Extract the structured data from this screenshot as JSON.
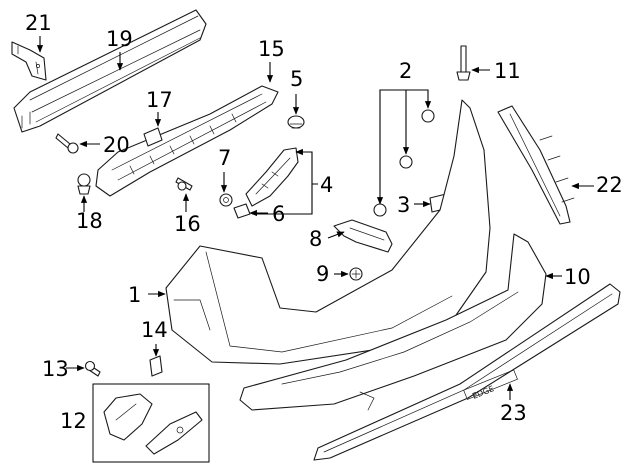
{
  "callouts": [
    {
      "id": "c1",
      "text": "1"
    },
    {
      "id": "c2",
      "text": "2"
    },
    {
      "id": "c3",
      "text": "3"
    },
    {
      "id": "c4",
      "text": "4"
    },
    {
      "id": "c5",
      "text": "5"
    },
    {
      "id": "c6",
      "text": "6"
    },
    {
      "id": "c7",
      "text": "7"
    },
    {
      "id": "c8",
      "text": "8"
    },
    {
      "id": "c9",
      "text": "9"
    },
    {
      "id": "c10",
      "text": "10"
    },
    {
      "id": "c11",
      "text": "11"
    },
    {
      "id": "c12",
      "text": "12"
    },
    {
      "id": "c13",
      "text": "13"
    },
    {
      "id": "c14",
      "text": "14"
    },
    {
      "id": "c15",
      "text": "15"
    },
    {
      "id": "c16",
      "text": "16"
    },
    {
      "id": "c17",
      "text": "17"
    },
    {
      "id": "c18",
      "text": "18"
    },
    {
      "id": "c19",
      "text": "19"
    },
    {
      "id": "c20",
      "text": "20"
    },
    {
      "id": "c21",
      "text": "21"
    },
    {
      "id": "c22",
      "text": "22"
    },
    {
      "id": "c23",
      "text": "23"
    }
  ],
  "emblem_text": "EDGE"
}
